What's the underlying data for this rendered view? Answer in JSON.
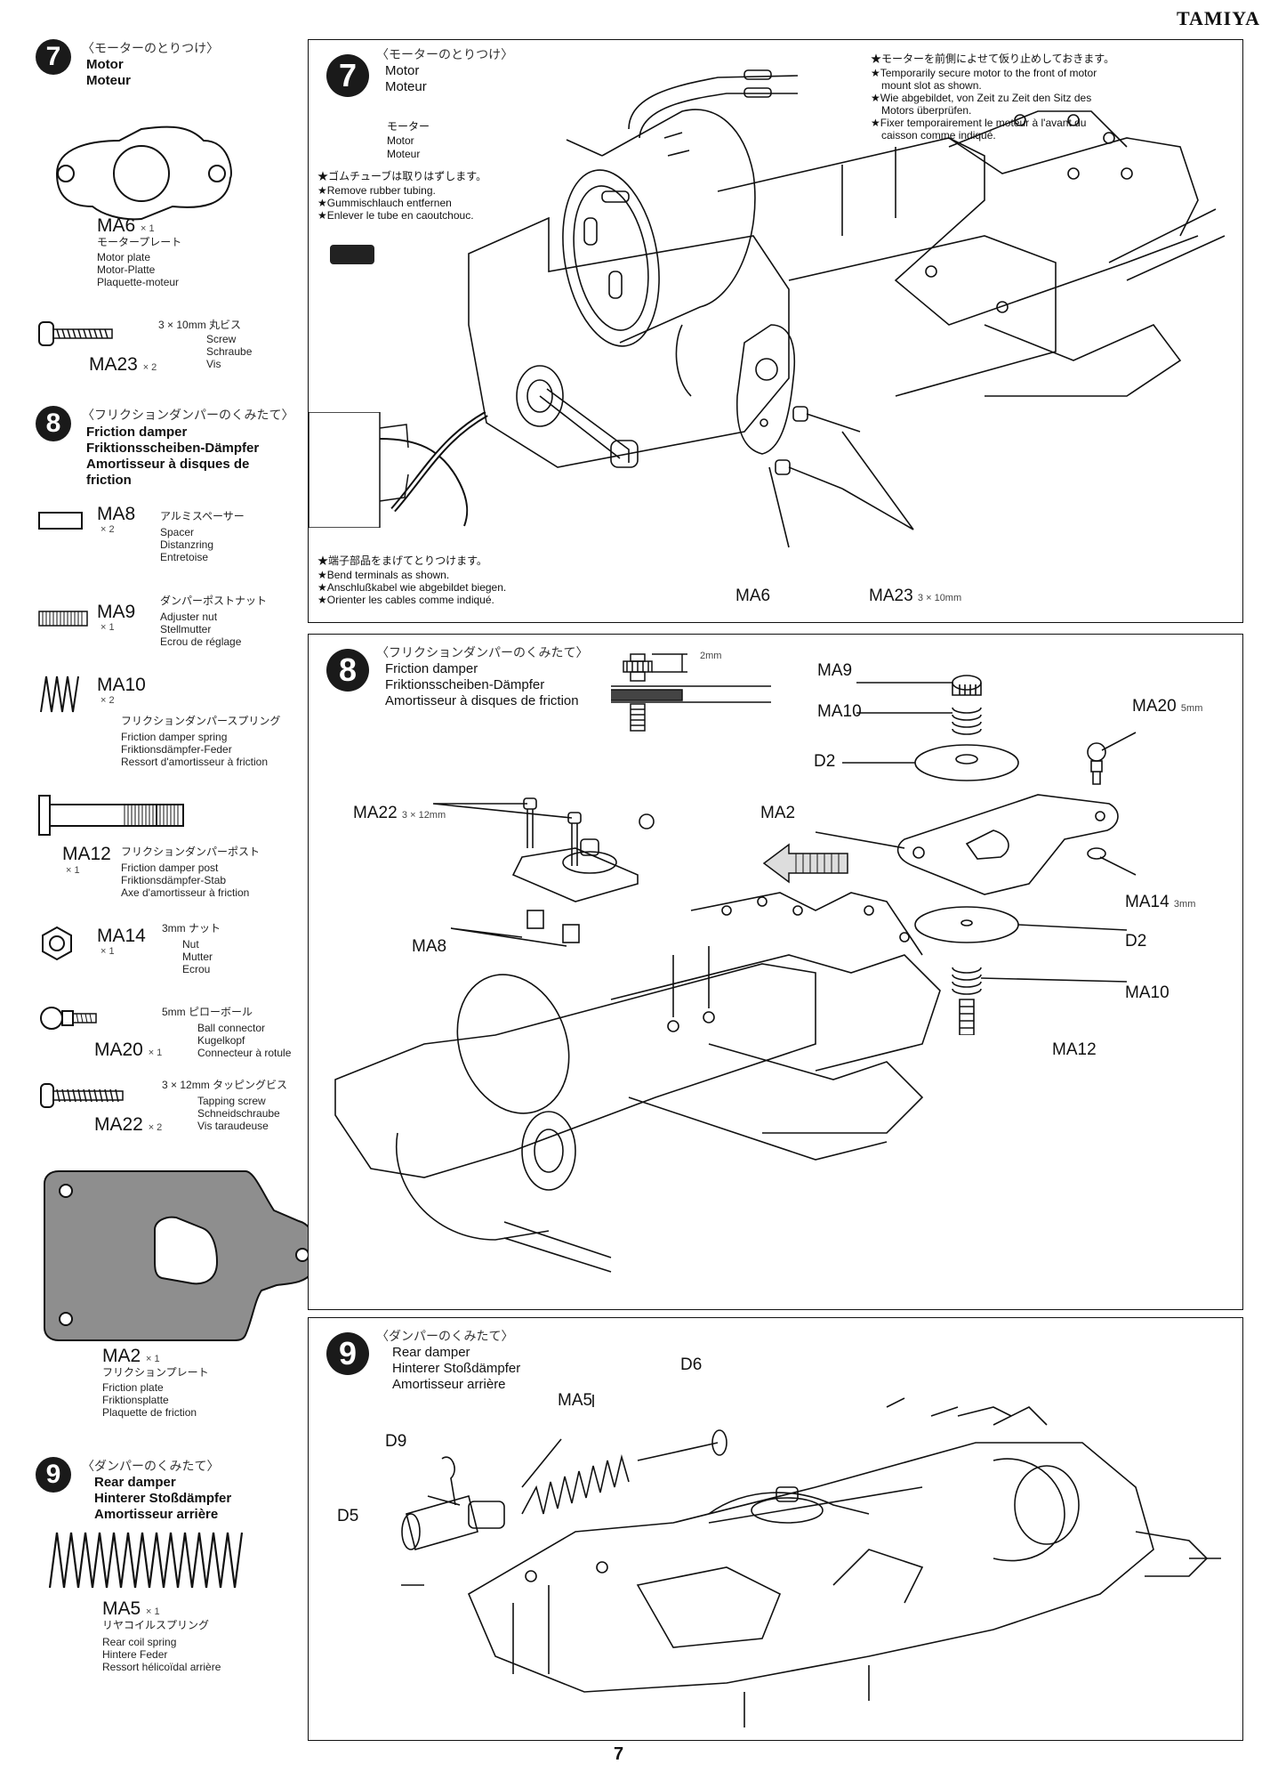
{
  "brand": "TAMIYA",
  "page_number": "7",
  "sidebar": {
    "step7": {
      "num": "7",
      "jp": "〈モーターのとりつけ〉",
      "en": "Motor",
      "fr": "Moteur",
      "parts": [
        {
          "code": "MA6",
          "qty": "× 1",
          "jp": "モータープレート",
          "en": "Motor plate",
          "de": "Motor-Platte",
          "fr": "Plaquette-moteur"
        },
        {
          "code": "MA23",
          "qty": "× 2",
          "jp": "3 × 10mm 丸ビス",
          "en": "Screw",
          "de": "Schraube",
          "fr": "Vis"
        }
      ]
    },
    "step8": {
      "num": "8",
      "jp": "〈フリクションダンパーのくみたて〉",
      "en": "Friction damper",
      "de": "Friktionsscheiben-Dämpfer",
      "fr1": "Amortisseur à disques de",
      "fr2": "friction",
      "parts": [
        {
          "code": "MA8",
          "qty": "× 2",
          "jp": "アルミスペーサー",
          "en": "Spacer",
          "de": "Distanzring",
          "fr": "Entretoise"
        },
        {
          "code": "MA9",
          "qty": "× 1",
          "jp": "ダンパーポストナット",
          "en": "Adjuster nut",
          "de": "Stellmutter",
          "fr": "Ecrou de réglage"
        },
        {
          "code": "MA10",
          "qty": "× 2",
          "jp": "フリクションダンパースプリング",
          "en": "Friction damper spring",
          "de": "Friktionsdämpfer-Feder",
          "fr": "Ressort d'amortisseur à friction"
        },
        {
          "code": "MA12",
          "qty": "× 1",
          "jp": "フリクションダンパーポスト",
          "en": "Friction damper post",
          "de": "Friktionsdämpfer-Stab",
          "fr": "Axe d'amortisseur à friction"
        },
        {
          "code": "MA14",
          "qty": "× 1",
          "jp": "3mm ナット",
          "en": "Nut",
          "de": "Mutter",
          "fr": "Ecrou"
        },
        {
          "code": "MA20",
          "qty": "× 1",
          "jp": "5mm ピローボール",
          "en": "Ball connector",
          "de": "Kugelkopf",
          "fr": "Connecteur à rotule"
        },
        {
          "code": "MA22",
          "qty": "× 2",
          "jp": "3 × 12mm タッピングビス",
          "en": "Tapping screw",
          "de": "Schneidschraube",
          "fr": "Vis taraudeuse"
        },
        {
          "code": "MA2",
          "qty": "× 1",
          "jp": "フリクションプレート",
          "en": "Friction plate",
          "de": "Friktionsplatte",
          "fr": "Plaquette de friction"
        }
      ]
    },
    "step9": {
      "num": "9",
      "jp": "〈ダンパーのくみたて〉",
      "en": "Rear damper",
      "de": "Hinterer Stoßdämpfer",
      "fr": "Amortisseur arrière",
      "parts": [
        {
          "code": "MA5",
          "qty": "× 1",
          "jp": "リヤコイルスプリング",
          "en": "Rear coil spring",
          "de": "Hintere Feder",
          "fr": "Ressort hélicoïdal arrière"
        }
      ]
    }
  },
  "panel7": {
    "num": "7",
    "jp": "〈モーターのとりつけ〉",
    "en": "Motor",
    "fr": "Moteur",
    "motor_label": {
      "jp": "モーター",
      "en": "Motor",
      "fr": "Moteur"
    },
    "tubing_note": {
      "jp": "★ゴムチューブは取りはずします。",
      "en": "★Remove rubber tubing.",
      "de": "★Gummischlauch entfernen",
      "fr": "★Enlever le tube en caoutchouc."
    },
    "motor_note": {
      "jp": "★モーターを前側によせて仮り止めしておきます。",
      "en1": "★Temporarily secure motor to the front of motor",
      "en2": "mount slot as shown.",
      "de1": "★Wie abgebildet, von Zeit zu Zeit den Sitz des",
      "de2": "Motors überprüfen.",
      "fr1": "★Fixer temporairement le moteur à l'avant du",
      "fr2": "caisson comme indiqué."
    },
    "terminal_note": {
      "jp": "★端子部品をまげてとりつけます。",
      "en": "★Bend terminals as shown.",
      "de": "★Anschlußkabel wie abgebildet biegen.",
      "fr": "★Orienter les cables comme indiqué."
    },
    "labels": {
      "ma6": "MA6",
      "ma23": "MA23",
      "ma23_size": "3 × 10mm"
    }
  },
  "panel8": {
    "num": "8",
    "jp": "〈フリクションダンパーのくみたて〉",
    "en": "Friction damper",
    "de": "Friktionsscheiben-Dämpfer",
    "fr": "Amortisseur à disques de friction",
    "gap": "2mm",
    "labels": {
      "ma9": "MA9",
      "ma10a": "MA10",
      "ma20": "MA20",
      "ma20_size": "5mm",
      "d2a": "D2",
      "ma2": "MA2",
      "ma14": "MA14",
      "ma14_size": "3mm",
      "d2b": "D2",
      "ma10b": "MA10",
      "ma12": "MA12",
      "ma22": "MA22",
      "ma22_size": "3 × 12mm",
      "ma8": "MA8"
    }
  },
  "panel9": {
    "num": "9",
    "jp": "〈ダンパーのくみたて〉",
    "en": "Rear damper",
    "de": "Hinterer Stoßdämpfer",
    "fr": "Amortisseur arrière",
    "labels": {
      "d6": "D6",
      "ma5": "MA5",
      "d9": "D9",
      "d5": "D5"
    }
  }
}
